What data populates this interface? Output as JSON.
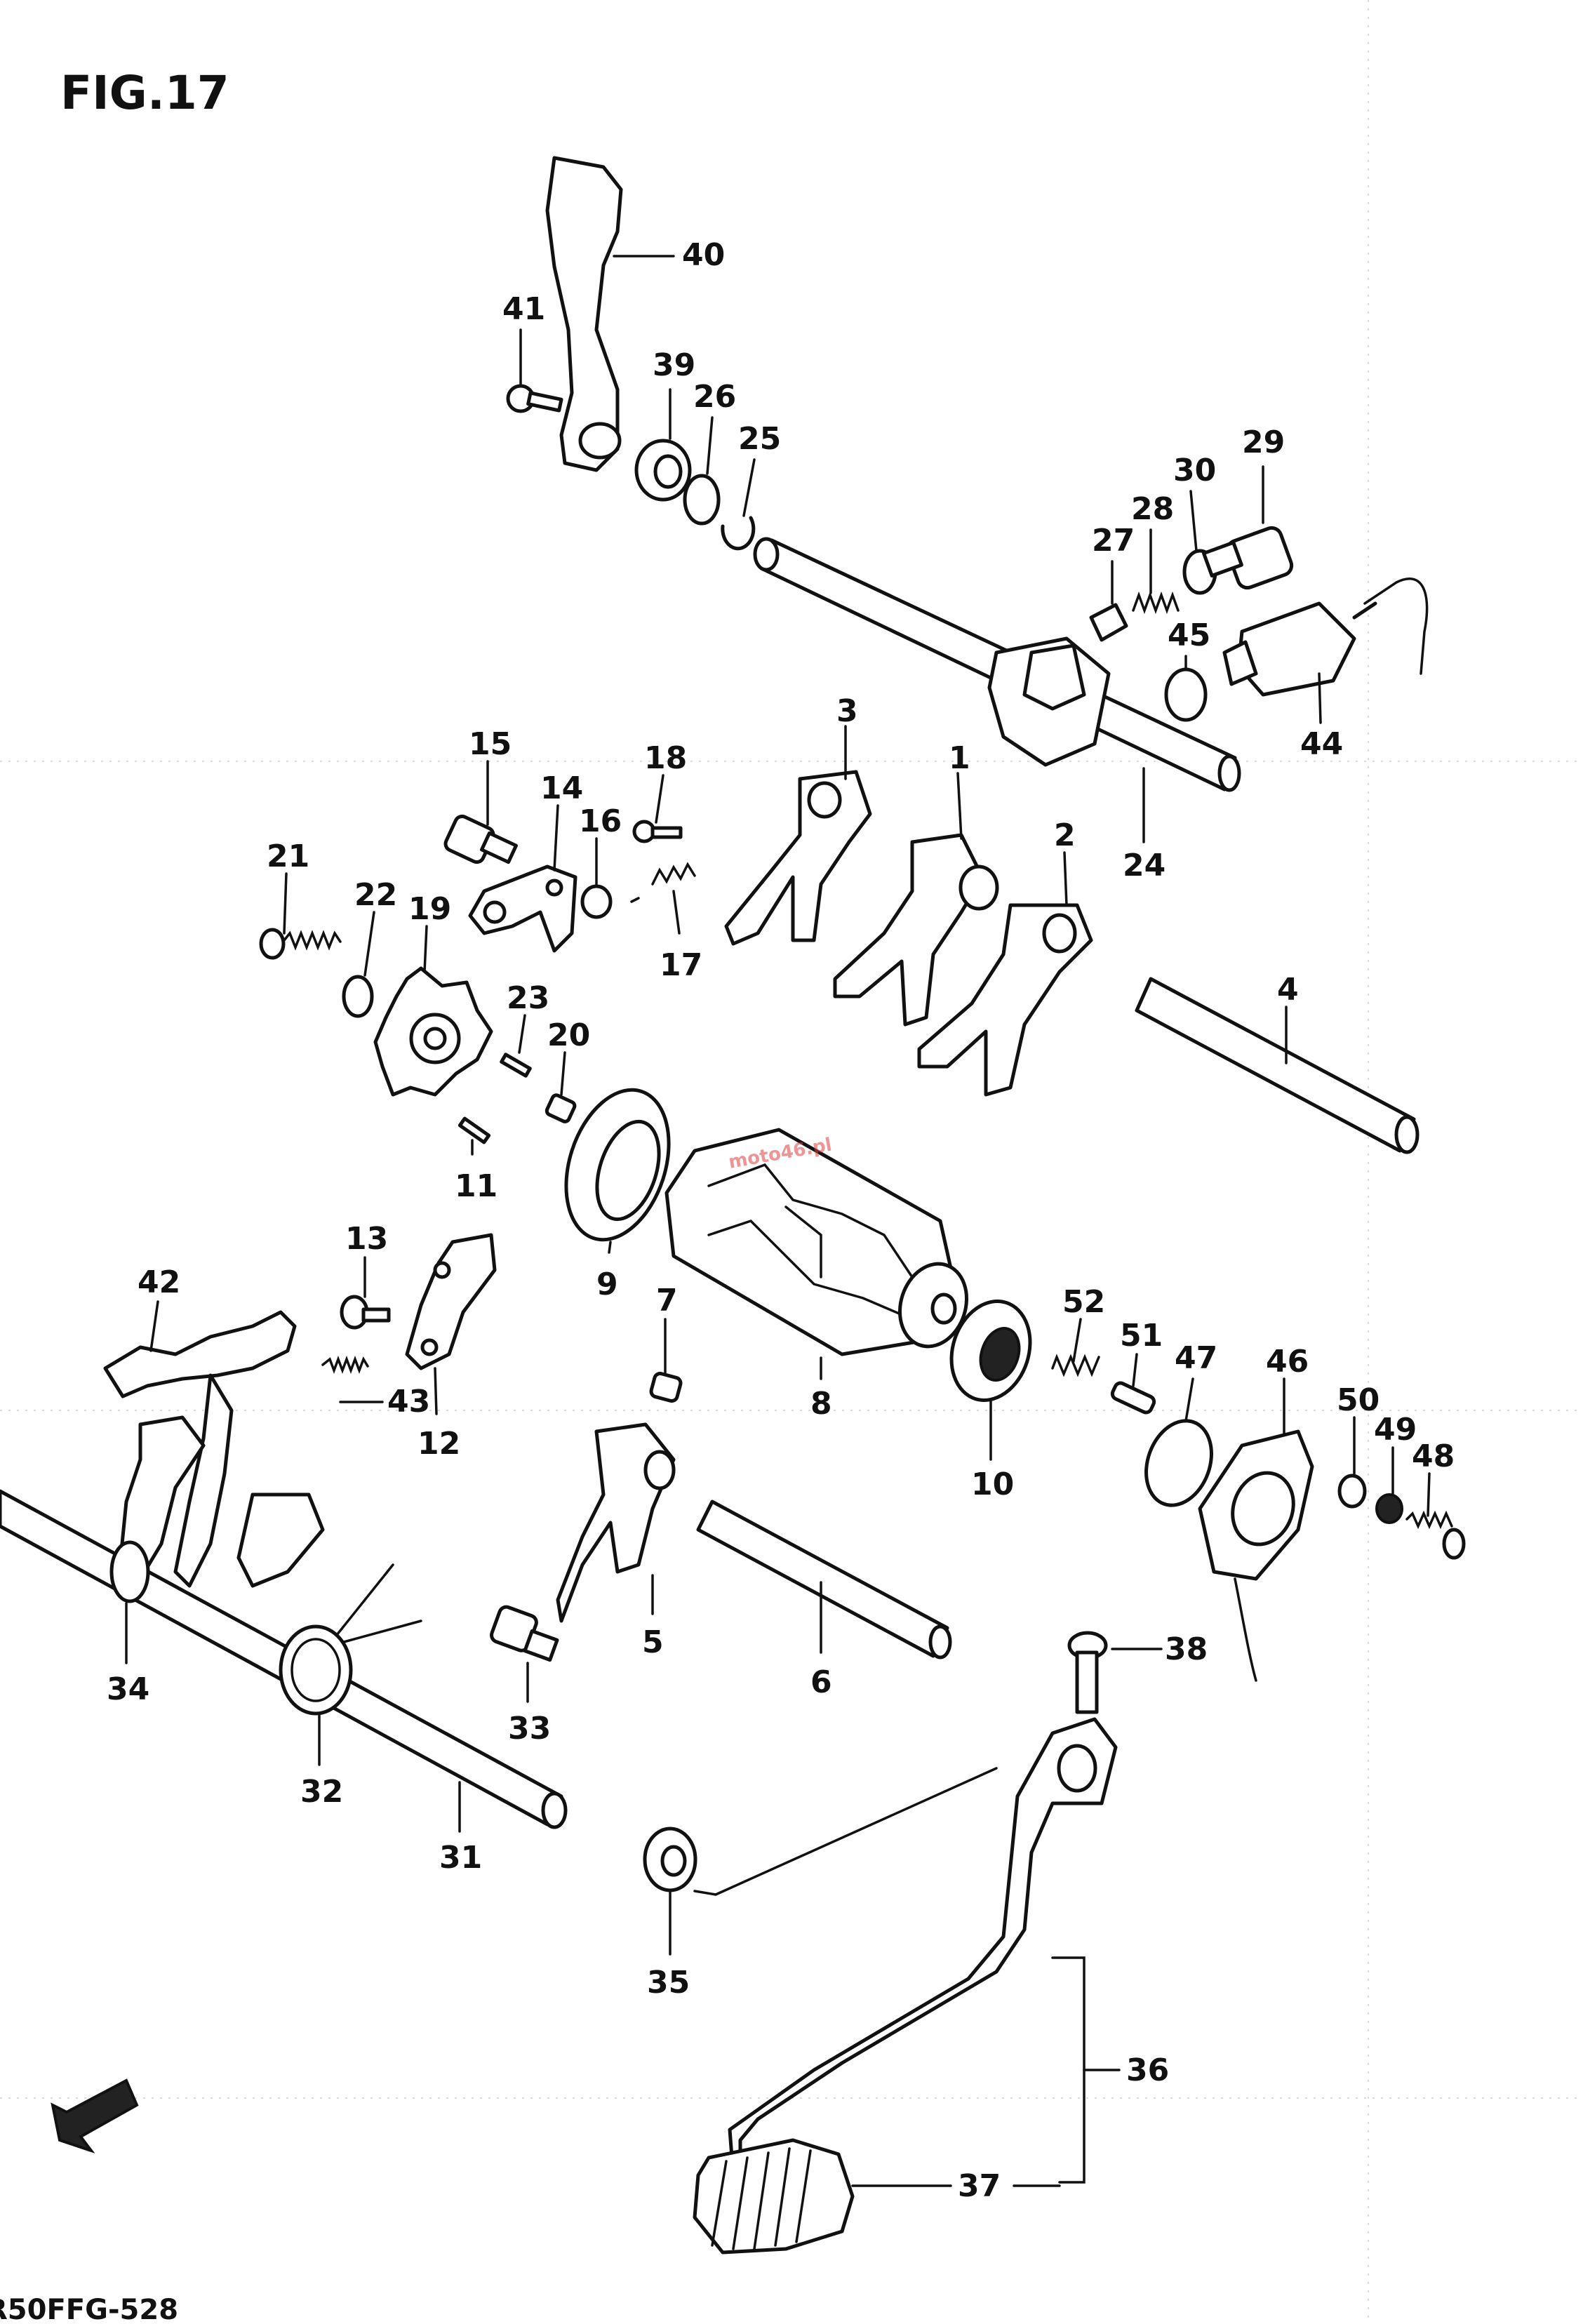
{
  "figure_title": "FIG.17",
  "model_code": "R50FFG-528",
  "watermark": "moto46.pl",
  "parts": {
    "p1": "1",
    "p2": "2",
    "p3": "3",
    "p4": "4",
    "p5": "5",
    "p6": "6",
    "p7": "7",
    "p8": "8",
    "p9": "9",
    "p10": "10",
    "p11": "11",
    "p12": "12",
    "p13": "13",
    "p14": "14",
    "p15": "15",
    "p16": "16",
    "p17": "17",
    "p18": "18",
    "p19": "19",
    "p20": "20",
    "p21": "21",
    "p22": "22",
    "p23": "23",
    "p24": "24",
    "p25": "25",
    "p26": "26",
    "p27": "27",
    "p28": "28",
    "p29": "29",
    "p30": "30",
    "p31": "31",
    "p32": "32",
    "p33": "33",
    "p34": "34",
    "p35": "35",
    "p36": "36",
    "p37": "37",
    "p38": "38",
    "p39": "39",
    "p40": "40",
    "p41": "41",
    "p42": "42",
    "p43": "43",
    "p44": "44",
    "p45": "45",
    "p46": "46",
    "p47": "47",
    "p48": "48",
    "p49": "49",
    "p50": "50",
    "p51": "51",
    "p52": "52"
  },
  "icons": {
    "front_arrow": "front-direction-arrow-icon"
  }
}
